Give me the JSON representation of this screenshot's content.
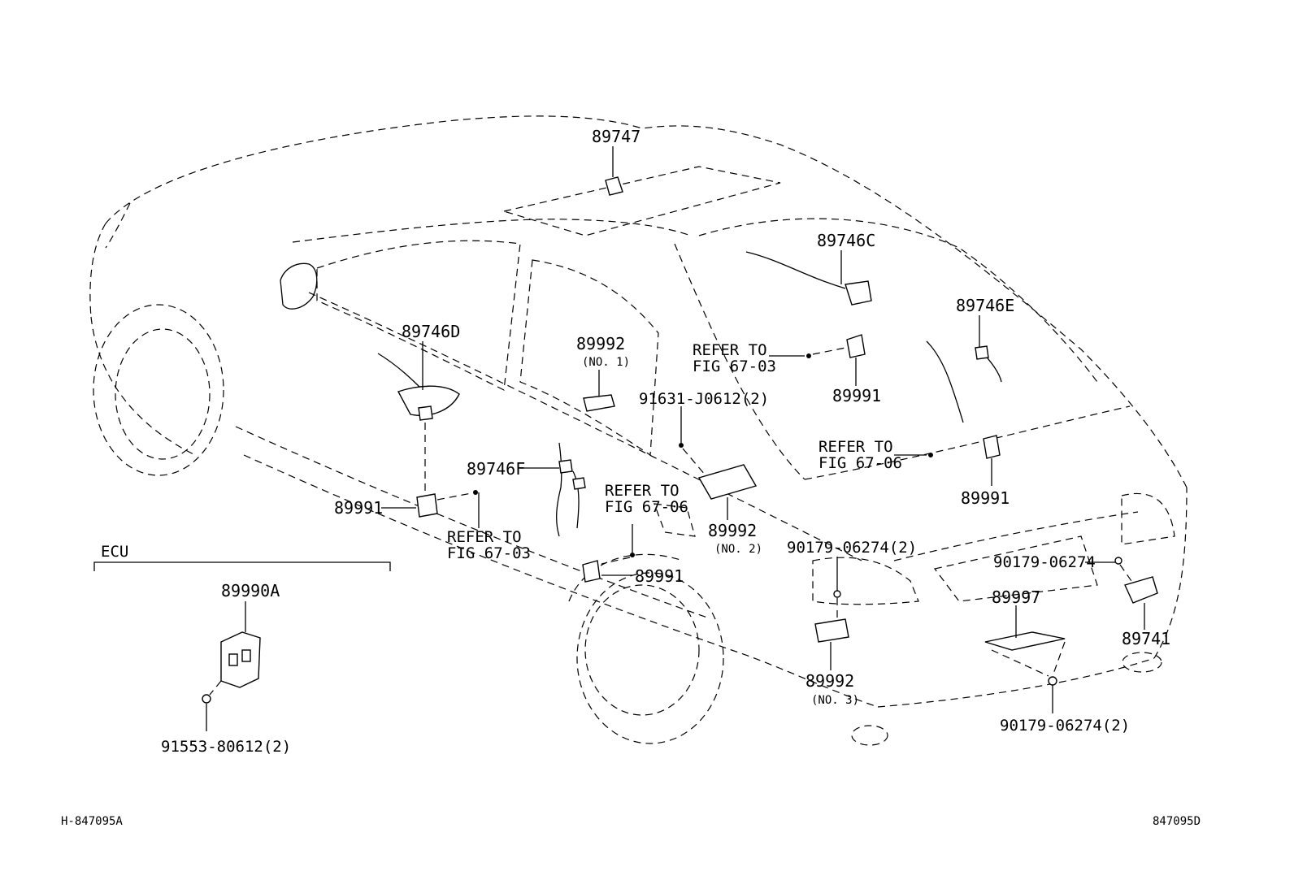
{
  "diagram": {
    "labels": {
      "p89747": "89747",
      "p89746C": "89746C",
      "p89746E": "89746E",
      "p89746D": "89746D",
      "p89746F": "89746F",
      "p89992_1": "89992",
      "no1": "(NO. 1)",
      "p89992_2": "89992",
      "no2": "(NO. 2)",
      "p89992_3": "89992",
      "no3": "(NO. 3)",
      "p89991_a": "89991",
      "p89991_b": "89991",
      "p89991_c": "89991",
      "p89991_d": "89991",
      "refer_top_1": "REFER TO",
      "refer_top_2": "FIG 67-03",
      "refer_mid_1": "REFER TO",
      "refer_mid_2": "FIG 67-06",
      "refer_left_1": "REFER TO",
      "refer_left_2": "FIG 67-03",
      "refer_rear_1": "REFER TO",
      "refer_rear_2": "FIG 67-06",
      "p91631": "91631-J0612(2)",
      "p90179_a": "90179-06274(2)",
      "p90179_b": "90179-06274",
      "p90179_c": "90179-06274(2)",
      "p89997": "89997",
      "p89741": "89741",
      "ecu": "ECU",
      "p89990A": "89990A",
      "p91553": "91553-80612(2)",
      "code_left": "H-847095A",
      "code_right": "847095D"
    }
  }
}
